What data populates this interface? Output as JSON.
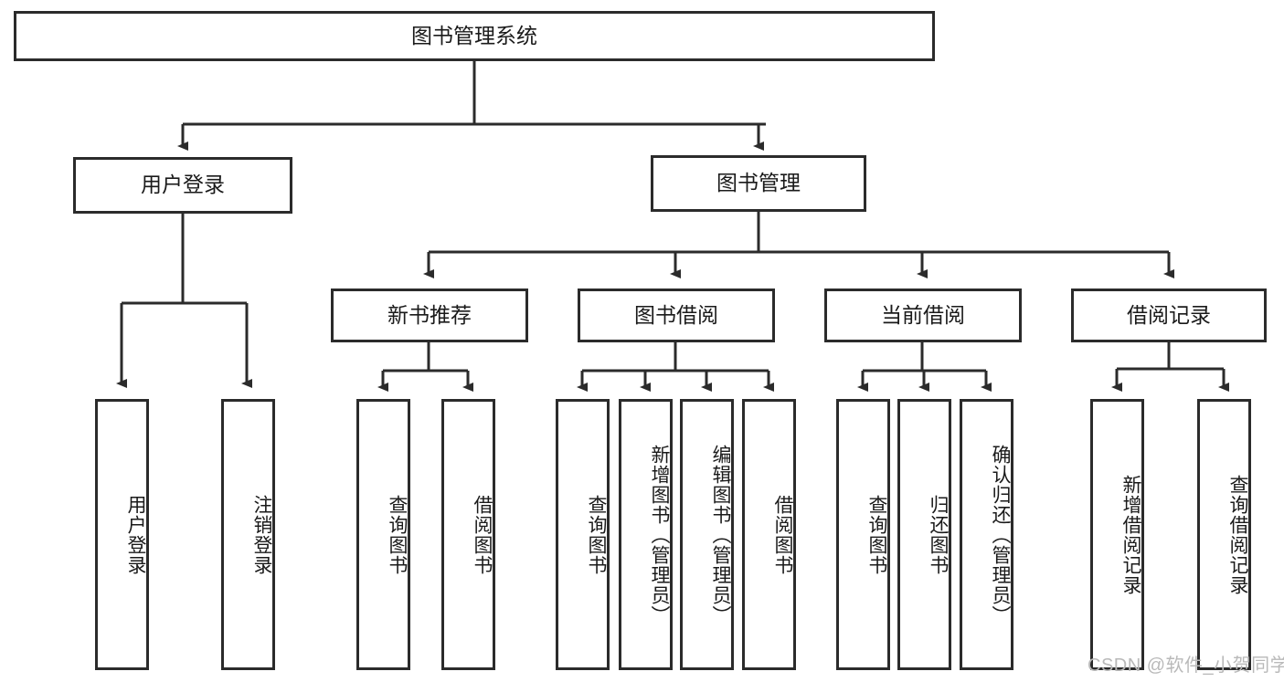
{
  "diagram": {
    "title": "图书管理系统",
    "type": "tree",
    "root": {
      "label": "图书管理系统"
    },
    "level2": [
      {
        "label": "用户登录"
      },
      {
        "label": "图书管理"
      }
    ],
    "level3": [
      {
        "label": "新书推荐"
      },
      {
        "label": "图书借阅"
      },
      {
        "label": "当前借阅"
      },
      {
        "label": "借阅记录"
      }
    ],
    "leaves": {
      "user_login": [
        {
          "label": "用户登录"
        },
        {
          "label": "注销登录"
        }
      ],
      "new_book": [
        {
          "label": "查询图书"
        },
        {
          "label": "借阅图书"
        }
      ],
      "book_borrow": [
        {
          "label": "查询图书"
        },
        {
          "label": "新增图书（管理员）"
        },
        {
          "label": "编辑图书（管理员）"
        },
        {
          "label": "借阅图书"
        }
      ],
      "current_borrow": [
        {
          "label": "查询图书"
        },
        {
          "label": "归还图书"
        },
        {
          "label": "确认归还（管理员）"
        }
      ],
      "borrow_record": [
        {
          "label": "新增借阅记录"
        },
        {
          "label": "查询借阅记录"
        }
      ]
    }
  },
  "watermark": {
    "text": "CSDN @软件_小贺同学"
  },
  "colors": {
    "border": "#2b2b2b",
    "background": "#ffffff",
    "text": "#1a1a1a",
    "watermark": "#b9b9b9"
  }
}
